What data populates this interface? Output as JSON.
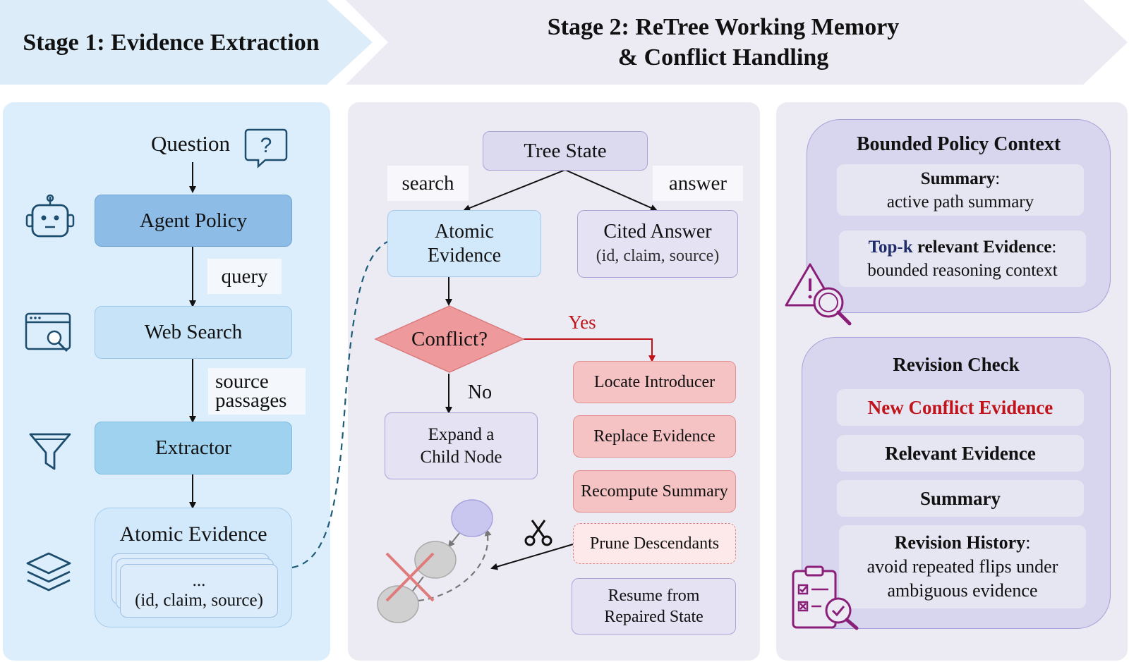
{
  "stage1": {
    "title": "Stage 1: Evidence Extraction"
  },
  "stage2": {
    "title_line1": "Stage 2: ReTree Working Memory",
    "title_line2": "& Conflict Handling"
  },
  "left": {
    "question": "Question",
    "agent_policy": "Agent Policy",
    "query": "query",
    "web_search": "Web Search",
    "source_passages_1": "source",
    "source_passages_2": "passages",
    "extractor": "Extractor",
    "atomic_evidence": "Atomic Evidence",
    "ellipsis": "...",
    "tuple": "(id, claim, source)"
  },
  "middle": {
    "tree_state": "Tree State",
    "search": "search",
    "answer": "answer",
    "atomic_evidence_1": "Atomic",
    "atomic_evidence_2": "Evidence",
    "cited_answer": "Cited Answer",
    "cited_tuple": "(id, claim, source)",
    "conflict": "Conflict?",
    "yes": "Yes",
    "no": "No",
    "expand_1": "Expand a",
    "expand_2": "Child Node",
    "locate": "Locate Introducer",
    "replace": "Replace Evidence",
    "recompute": "Recompute Summary",
    "prune": "Prune Descendants",
    "resume_1": "Resume from",
    "resume_2": "Repaired State"
  },
  "right": {
    "bounded_title": "Bounded Policy Context",
    "summary_label": "Summary",
    "summary_colon": ":",
    "summary_desc": "active path summary",
    "topk_label": "Top-k",
    "topk_rest": " relevant Evidence",
    "topk_colon": ":",
    "topk_desc": "bounded reasoning context",
    "revision_title": "Revision Check",
    "new_conflict": "New Conflict Evidence",
    "relevant_evidence": "Relevant Evidence",
    "summary2": "Summary",
    "history_label": "Revision History",
    "history_colon": ":",
    "history_desc_1": "avoid repeated flips under",
    "history_desc_2": "ambiguous evidence"
  },
  "colors": {
    "yes_red": "#c0141a",
    "topk_navy": "#1f2d6b",
    "icon_teal": "#1d4d6e",
    "icon_purple": "#8a1f7a"
  },
  "icons": [
    "question-bubble-icon",
    "robot-icon",
    "browser-search-icon",
    "funnel-icon",
    "layers-icon",
    "scissors-icon",
    "warning-search-icon",
    "clipboard-check-icon"
  ]
}
